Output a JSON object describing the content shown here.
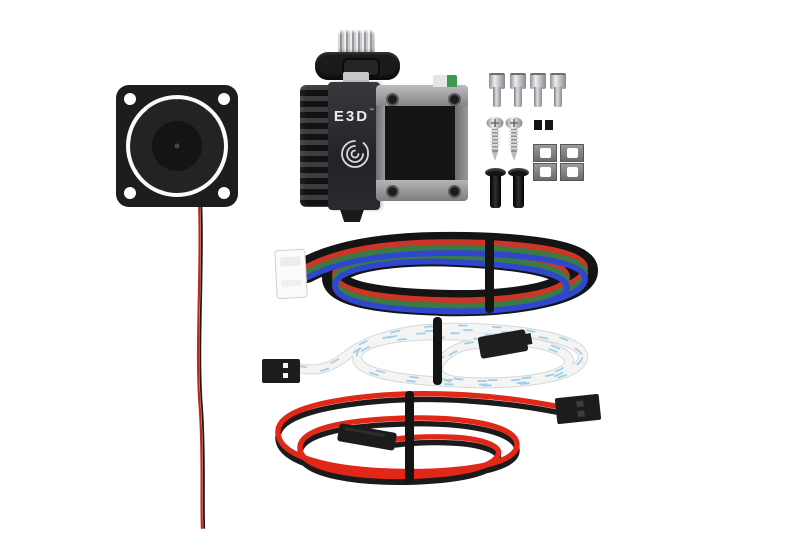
{
  "page": {
    "background_color": "#ffffff",
    "subject": "E3D extruder kit product photo with fan, motor, fixings and three coiled cables"
  },
  "brand": {
    "logo_text": "E3D",
    "trademark": "™"
  },
  "components": {
    "fan": {
      "label": "40mm axial cooling fan",
      "frame_color": "#1d1d1f",
      "blade_color": "#232325",
      "hub_color": "#141415",
      "wire_colors": [
        "#c2271b",
        "#1a1a1a"
      ]
    },
    "extruder": {
      "label": "extruder with stepper motor",
      "logo_text": "E3D",
      "heatsink_color": "#2c2c2e",
      "faceplate_color": "#28282c",
      "motor_body_color": "#141415",
      "motor_flange_color": "#9a9a9c",
      "thumbwheel_color": "#c9cbcd"
    },
    "hardware": {
      "cap_head_screws": 4,
      "self_tapping_screws": 2,
      "black_pan_head_screws": 2,
      "black_square_spacers": 2,
      "square_nuts": 4,
      "steel_color": "#c3c6c9",
      "black_part_color": "#161616"
    },
    "cables": {
      "stepper_cable": {
        "label": "4-wire stepper ribbon cable",
        "wire_colors": [
          "#141414",
          "#cf3527",
          "#3c7a45",
          "#2f47cc"
        ],
        "connector": "white JST",
        "tie_color": "#141414"
      },
      "thermistor_cable": {
        "label": "white sleeved cable with blue dashes",
        "sleeve_color": "#f3f3f3",
        "stripe_color": "#9fcfe9",
        "connector_color": "#1c1c1c"
      },
      "heater_cable": {
        "label": "red and black wire pair",
        "wire_colors": [
          "#e02718",
          "#1b1b1b"
        ],
        "connector_color": "#1c1c1c"
      }
    }
  }
}
